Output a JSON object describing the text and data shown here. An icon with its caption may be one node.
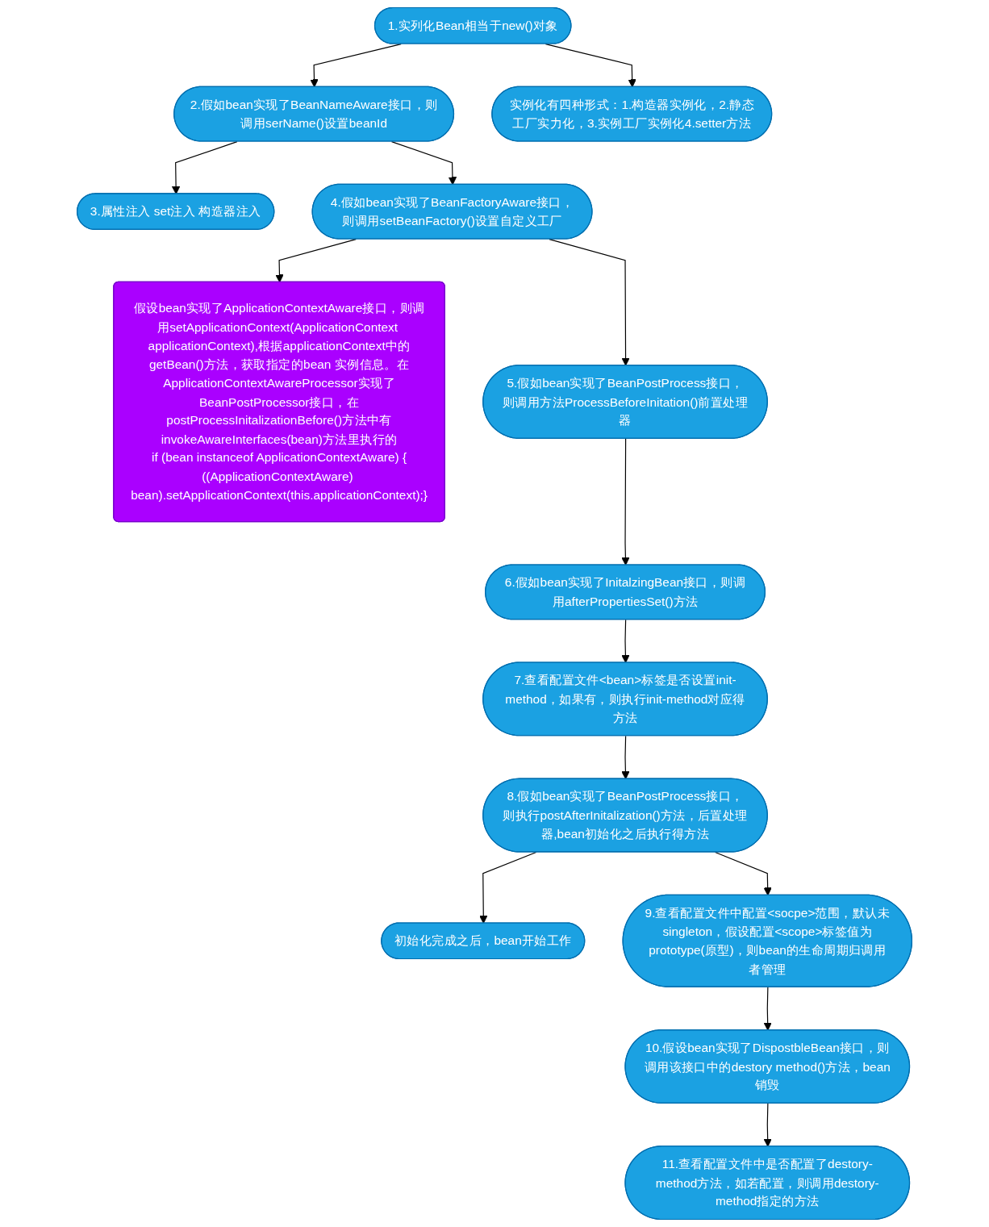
{
  "diagram": {
    "nodes": [
      {
        "text": [
          "1.实列化Bean相当于new()对象"
        ]
      },
      {
        "text": [
          "2.假如bean实现了BeanNameAware接口，则调用serName()设置beanId"
        ]
      },
      {
        "text": [
          "3.属性注入 set注入 构造器注入"
        ]
      },
      {
        "text": [
          "实例化有四种形式：1.构造器实例化，2.静态工厂实力化，3.实例工厂实例化4.setter方法"
        ]
      },
      {
        "text": [
          "4.假如bean实现了BeanFactoryAware接口，则调用setBeanFactory()设置自定义工厂"
        ]
      },
      {
        "text": [
          "假设bean实现了ApplicationContextAware接口，则调用setApplicationContext(ApplicationContext applicationContext),根据applicationContext中的getBean()方法，获取指定的bean 实例信息。在ApplicationContextAwareProcessor实现了BeanPostProcessor接口，在postProcessInitalizationBefore()方法中有invokeAwareInterfaces(bean)方法里执行的",
          "if (bean instanceof ApplicationContextAware) {",
          "((ApplicationContextAware) bean).setApplicationContext(this.applicationContext);}"
        ]
      },
      {
        "text": [
          "5.假如bean实现了BeanPostProcess接口，则调用方法ProcessBeforeInitation()前置处理器"
        ]
      },
      {
        "text": [
          "6.假如bean实现了InitalzingBean接口，则调用afterPropertiesSet()方法"
        ]
      },
      {
        "text": [
          "7.查看配置文件<bean>标签是否设置init-method，如果有，则执行init-method对应得方法"
        ]
      },
      {
        "text": [
          "8.假如bean实现了BeanPostProcess接口，则执行postAfterInitalization()方法，后置处理器,bean初始化之后执行得方法"
        ]
      },
      {
        "text": [
          "初始化完成之后，bean开始工作"
        ]
      },
      {
        "text": [
          "9.查看配置文件中配置<socpe>范围，默认未singleton，假设配置<scope>标签值为prototype(原型)，则bean的生命周期归调用者管理"
        ]
      },
      {
        "text": [
          "10.假设bean实现了DispostbleBean接口，则调用该接口中的destory method()方法，bean销毁"
        ]
      },
      {
        "text": [
          "11.查看配置文件中是否配置了destory-method方法，如若配置，则调用destory-method指定的方法"
        ]
      }
    ],
    "edges": [
      {
        "from": 0,
        "to": 1,
        "arrow": "to"
      },
      {
        "from": 1,
        "to": 2,
        "arrow": "to"
      },
      {
        "from": 0,
        "to": 3,
        "arrow": "to"
      },
      {
        "from": 1,
        "to": 4,
        "arrow": "to"
      },
      {
        "from": 4,
        "to": 5,
        "arrow": "to"
      },
      {
        "from": 4,
        "to": 6,
        "arrow": "to"
      },
      {
        "from": 6,
        "to": 7,
        "arrow": "to"
      },
      {
        "from": 7,
        "to": 8,
        "arrow": "to"
      },
      {
        "from": 8,
        "to": 9,
        "arrow": "to"
      },
      {
        "from": 9,
        "to": 10,
        "arrow": "to"
      },
      {
        "from": 9,
        "to": 11,
        "arrow": "to"
      },
      {
        "from": 11,
        "to": 12,
        "arrow": "to"
      },
      {
        "from": 12,
        "to": 13,
        "arrow": "to"
      }
    ]
  }
}
